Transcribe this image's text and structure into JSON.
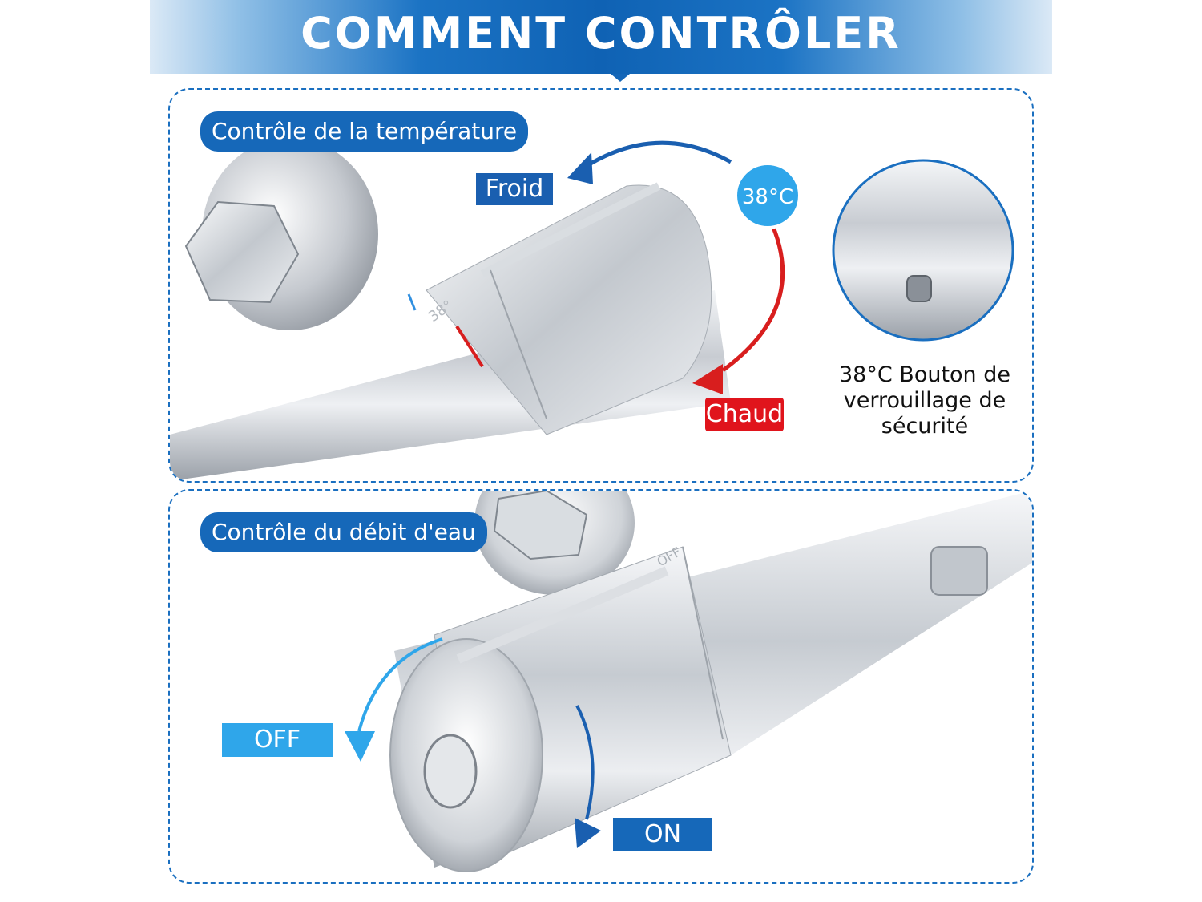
{
  "header": {
    "title": "COMMENT CONTRÔLER"
  },
  "temperature_section": {
    "title": "Contrôle de la température",
    "cold_label": "Froid",
    "hot_label": "Chaud",
    "temp_badge": "38°C",
    "knob_marking": "38°",
    "lock_caption": "38°C Bouton de verrouillage de sécurité"
  },
  "flow_section": {
    "title": "Contrôle du débit d'eau",
    "off_label": "OFF",
    "on_label": "ON",
    "knob_marking": "OFF"
  },
  "colors": {
    "brand_blue": "#1668b9",
    "light_blue": "#2fa6ea",
    "hot_red": "#e0141c"
  }
}
